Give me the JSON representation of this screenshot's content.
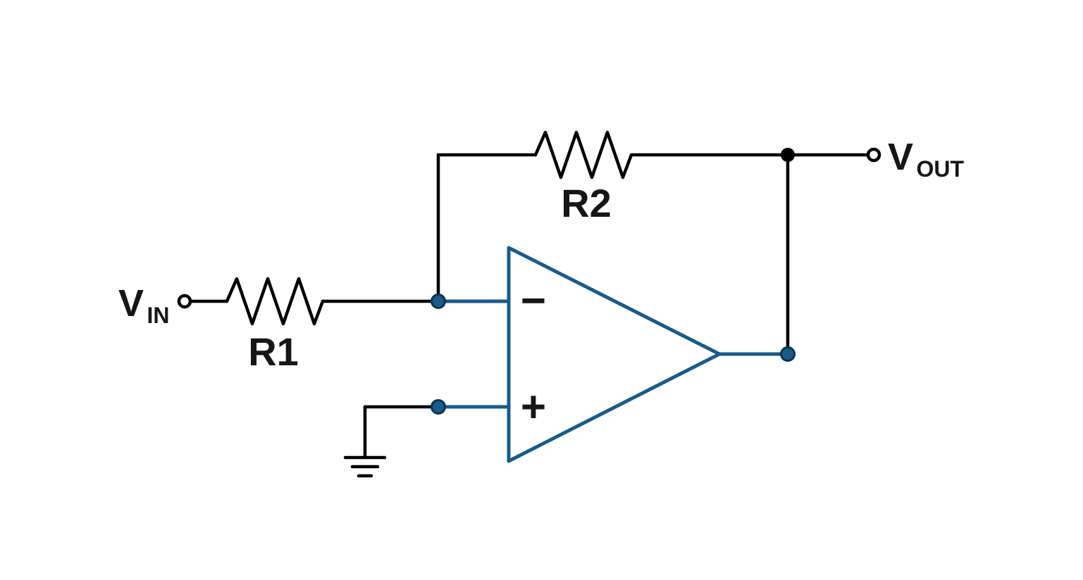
{
  "diagram": {
    "labels": {
      "vin_main": "V",
      "vin_sub": "IN",
      "vout_main": "V",
      "vout_sub": "OUT",
      "r1": "R1",
      "r2": "R2",
      "inverting_sign": "−",
      "noninverting_sign": "+"
    },
    "colors": {
      "wire": "#000000",
      "opamp_stroke": "#1A5B87",
      "node_fill": "#1A5B87",
      "junction_fill": "#000000",
      "label_text": "#161616",
      "background": "#FFFFFF"
    }
  }
}
